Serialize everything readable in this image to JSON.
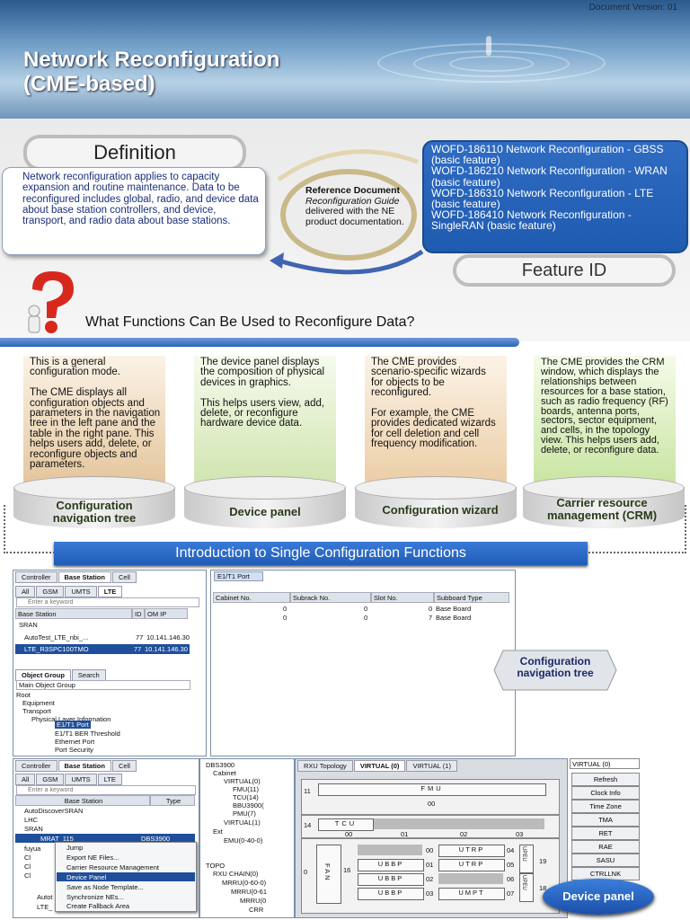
{
  "header": {
    "doc_version": "Document Version: 01",
    "title_line1": "Network Reconfiguration",
    "title_line2": "(CME-based)"
  },
  "definition": {
    "heading": "Definition",
    "text": "Network reconfiguration applies to capacity expansion and routine maintenance. Data to be reconfigured includes global, radio, and device data about base station controllers, and device, transport, and radio data about base stations."
  },
  "reference": {
    "title": "Reference Document",
    "italic": "Reconfiguration Guide",
    "rest": " delivered with the NE product documentation."
  },
  "features": {
    "heading": "Feature ID",
    "items": [
      "WOFD-186110 Network Reconfiguration - GBSS (basic feature)",
      "WOFD-186210 Network Reconfiguration - WRAN (basic feature)",
      "WOFD-186310 Network Reconfiguration - LTE (basic feature)",
      "WOFD-186410 Network Reconfiguration - SingleRAN (basic feature)"
    ]
  },
  "question": "What Functions Can Be Used to Reconfigure Data?",
  "functions": [
    {
      "text": "This is a general configuration mode.\n\nThe CME displays all configuration objects and parameters in the navigation tree in the left pane and the table in the right pane. This helps users add, delete, or reconfigure objects and parameters.",
      "label": "Configuration navigation tree"
    },
    {
      "text": "The device panel displays the composition of physical devices in graphics.\n\nThis helps users view, add, delete, or reconfigure hardware device data.",
      "label": "Device panel"
    },
    {
      "text": "The CME provides scenario-specific wizards for objects to be reconfigured.\n\nFor example, the CME provides dedicated wizards for cell deletion and cell frequency modification.",
      "label": "Configuration wizard"
    },
    {
      "text": "The CME provides the CRM window, which displays the relationships between resources for a base station, such as radio frequency (RF) boards, antenna ports, sectors, sector equipment, and cells, in the topology view. This helps users add, delete, or reconfigure data.",
      "label": "Carrier resource management (CRM)"
    }
  ],
  "intro_bar": "Introduction to Single Configuration Functions",
  "shot1": {
    "top_tabs": [
      "Controller",
      "Base Station",
      "Cell"
    ],
    "net_tabs": [
      "All",
      "GSM",
      "UMTS",
      "LTE"
    ],
    "search_placeholder": "Enter a keyword",
    "cols": [
      "Base Station",
      "ID",
      "OM IP"
    ],
    "rows": [
      {
        "name": "SRAN",
        "id": "",
        "ip": ""
      },
      {
        "name": "AutoTest_LTE_nbi_...",
        "id": "77",
        "ip": "10.141.146.30"
      },
      {
        "name": "LTE_R3SPC100TMO",
        "id": "77",
        "ip": "10.141.146.30"
      }
    ],
    "lower_tabs": [
      "Object Group",
      "Search"
    ],
    "group_select": "Main Object Group",
    "tree": [
      "Root",
      "Equipment",
      "Transport",
      "Physical Layer Information",
      "E1/T1 Port",
      "E1/T1 BER Threshold",
      "Ethernet Port",
      "Port Security"
    ],
    "right_tab": "E1/T1 Port",
    "table_cols": [
      "Cabinet No.",
      "Subrack No.",
      "Slot No.",
      "Subboard Type"
    ],
    "table_rows": [
      [
        "0",
        "0",
        "0",
        "Base Board"
      ],
      [
        "0",
        "0",
        "7",
        "Base Board"
      ]
    ],
    "callout": "Configuration navigation tree"
  },
  "shot2": {
    "top_tabs": [
      "Controller",
      "Base Station",
      "Cell"
    ],
    "net_tabs": [
      "All",
      "GSM",
      "UMTS",
      "LTE"
    ],
    "search_placeholder": "Enter a keyword",
    "cols": [
      "Base Station",
      "Type"
    ],
    "rows": [
      "AutoDiscoverSRAN",
      "LHC",
      "SRAN",
      "MRAT_115",
      "fuyua",
      "Cl",
      "Cl",
      "Cl",
      "Autot",
      "LTE_"
    ],
    "selected_type": "DBS3900",
    "menu": [
      "Jump",
      "Export NE Files...",
      "Carrier Resource Management",
      "Device Panel",
      "Save as Node Template...",
      "Synchronize NEs...",
      "Create Fallback Area"
    ],
    "tree": [
      "DBS3900",
      "Cabinet",
      "VIRTUAL(0)",
      "FMU(11)",
      "TCU(14)",
      "BBU3900(",
      "PMU(7)",
      "VIRTUAL(1)",
      "Ext",
      "EMU(0-40-0)"
    ],
    "topo": [
      "TOPO",
      "RXU CHAIN(0)",
      "MRRU(0-60-0)",
      "MRRU(0-61",
      "MRRU(0",
      "CRR"
    ],
    "view_tabs": [
      "RXU Topology",
      "VIRTUAL (0)",
      "VIRTUAL (1)"
    ],
    "panel_labels": [
      "FMU",
      "TCU",
      "UTRP",
      "UTRP",
      "UBBP",
      "UBBP",
      "UBBP",
      "UMPT",
      "UPEU",
      "UPEU",
      "FAN"
    ],
    "slot_numbers": [
      "11",
      "00",
      "14",
      "00",
      "01",
      "02",
      "03",
      "0",
      "16",
      "00",
      "01",
      "02",
      "03",
      "04",
      "05",
      "06",
      "07",
      "19",
      "18"
    ],
    "virtual_select": "VIRTUAL (0)",
    "buttons": [
      "Refresh",
      "Clock Info",
      "Time Zone",
      "TMA",
      "RET",
      "RAE",
      "SASU",
      "CTRLLNK"
    ],
    "callout": "Device panel"
  },
  "colors": {
    "accent_blue": "#1f5bb0",
    "col1": "#e2c9a4",
    "col2": "#d6e8b9",
    "col3": "#ecd1ac",
    "col4": "#cfe6a8"
  }
}
